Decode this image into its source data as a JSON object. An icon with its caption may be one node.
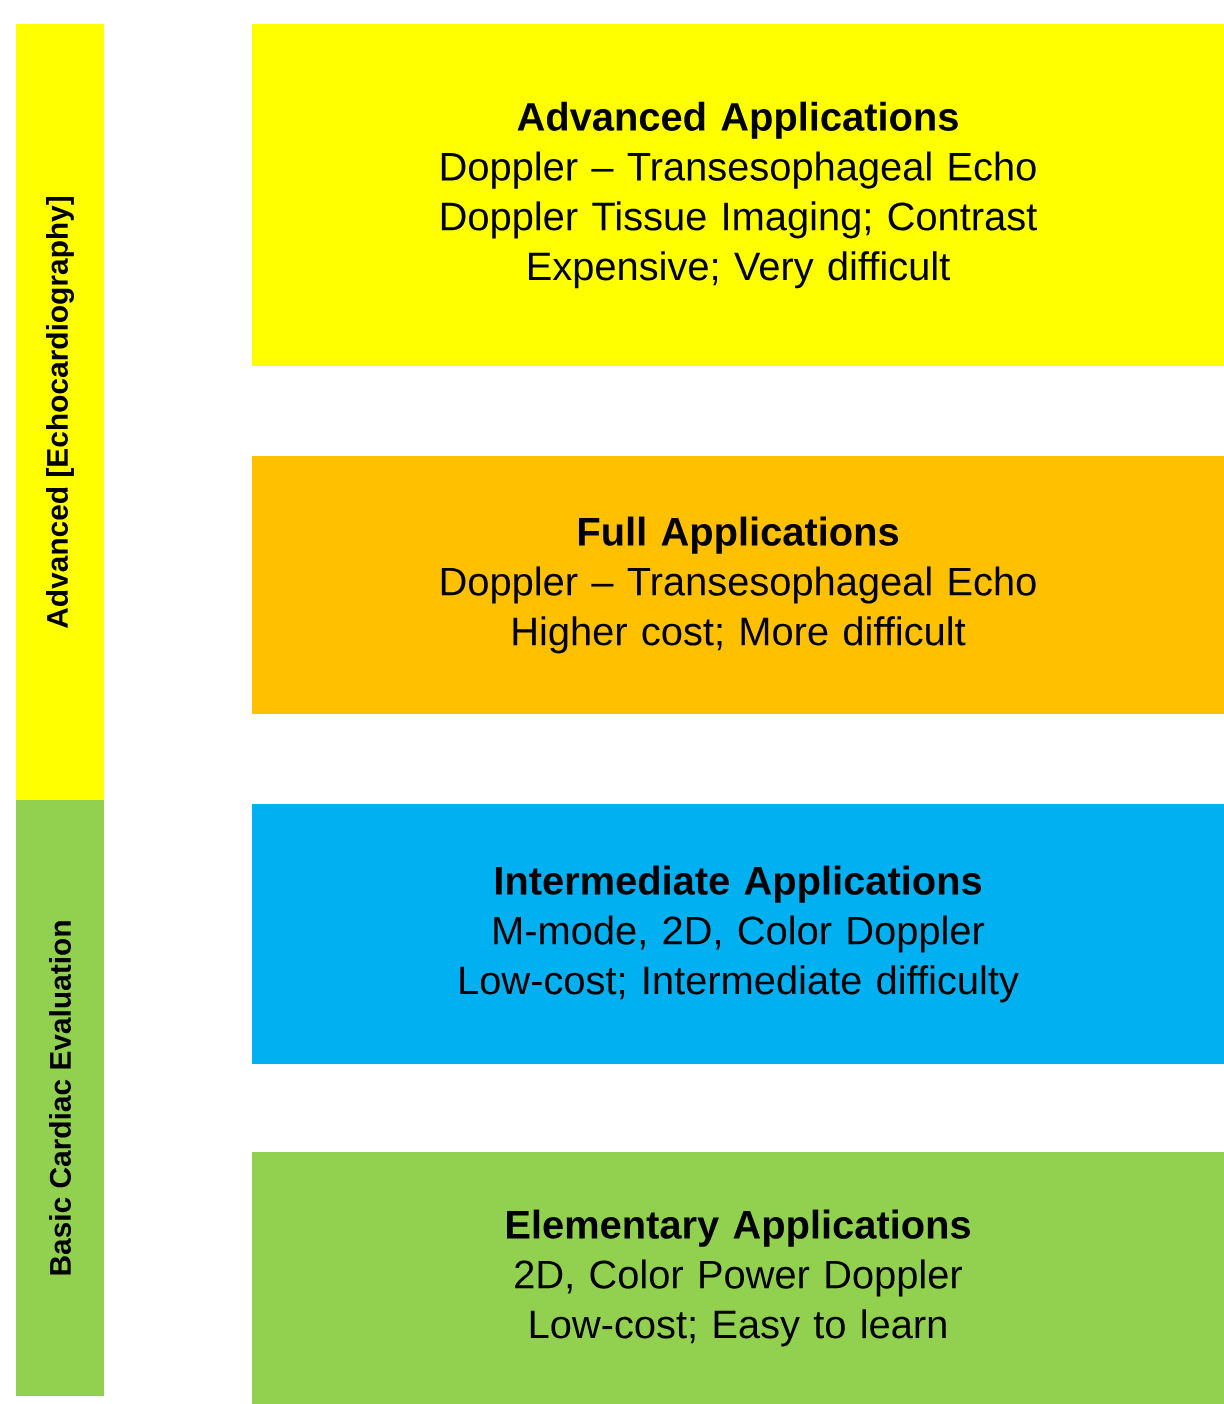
{
  "diagram": {
    "nodes": [
      {
        "text": [
          "Advanced [Echocardiography]"
        ]
      },
      {
        "text": [
          "Basic Cardiac Evaluation"
        ]
      },
      {
        "text": [
          "Advanced Applications",
          "Doppler – Transesophageal Echo",
          "Doppler Tissue Imaging; Contrast",
          "Expensive; Very difficult"
        ]
      },
      {
        "text": [
          "Full Applications",
          "Doppler – Transesophageal Echo",
          "Higher cost; More difficult"
        ]
      },
      {
        "text": [
          "Intermediate Applications",
          "M-mode, 2D, Color Doppler",
          "Low-cost; Intermediate difficulty"
        ]
      },
      {
        "text": [
          "Elementary Applications",
          "2D, Color Power Doppler",
          "Low-cost; Easy to learn"
        ]
      }
    ]
  }
}
